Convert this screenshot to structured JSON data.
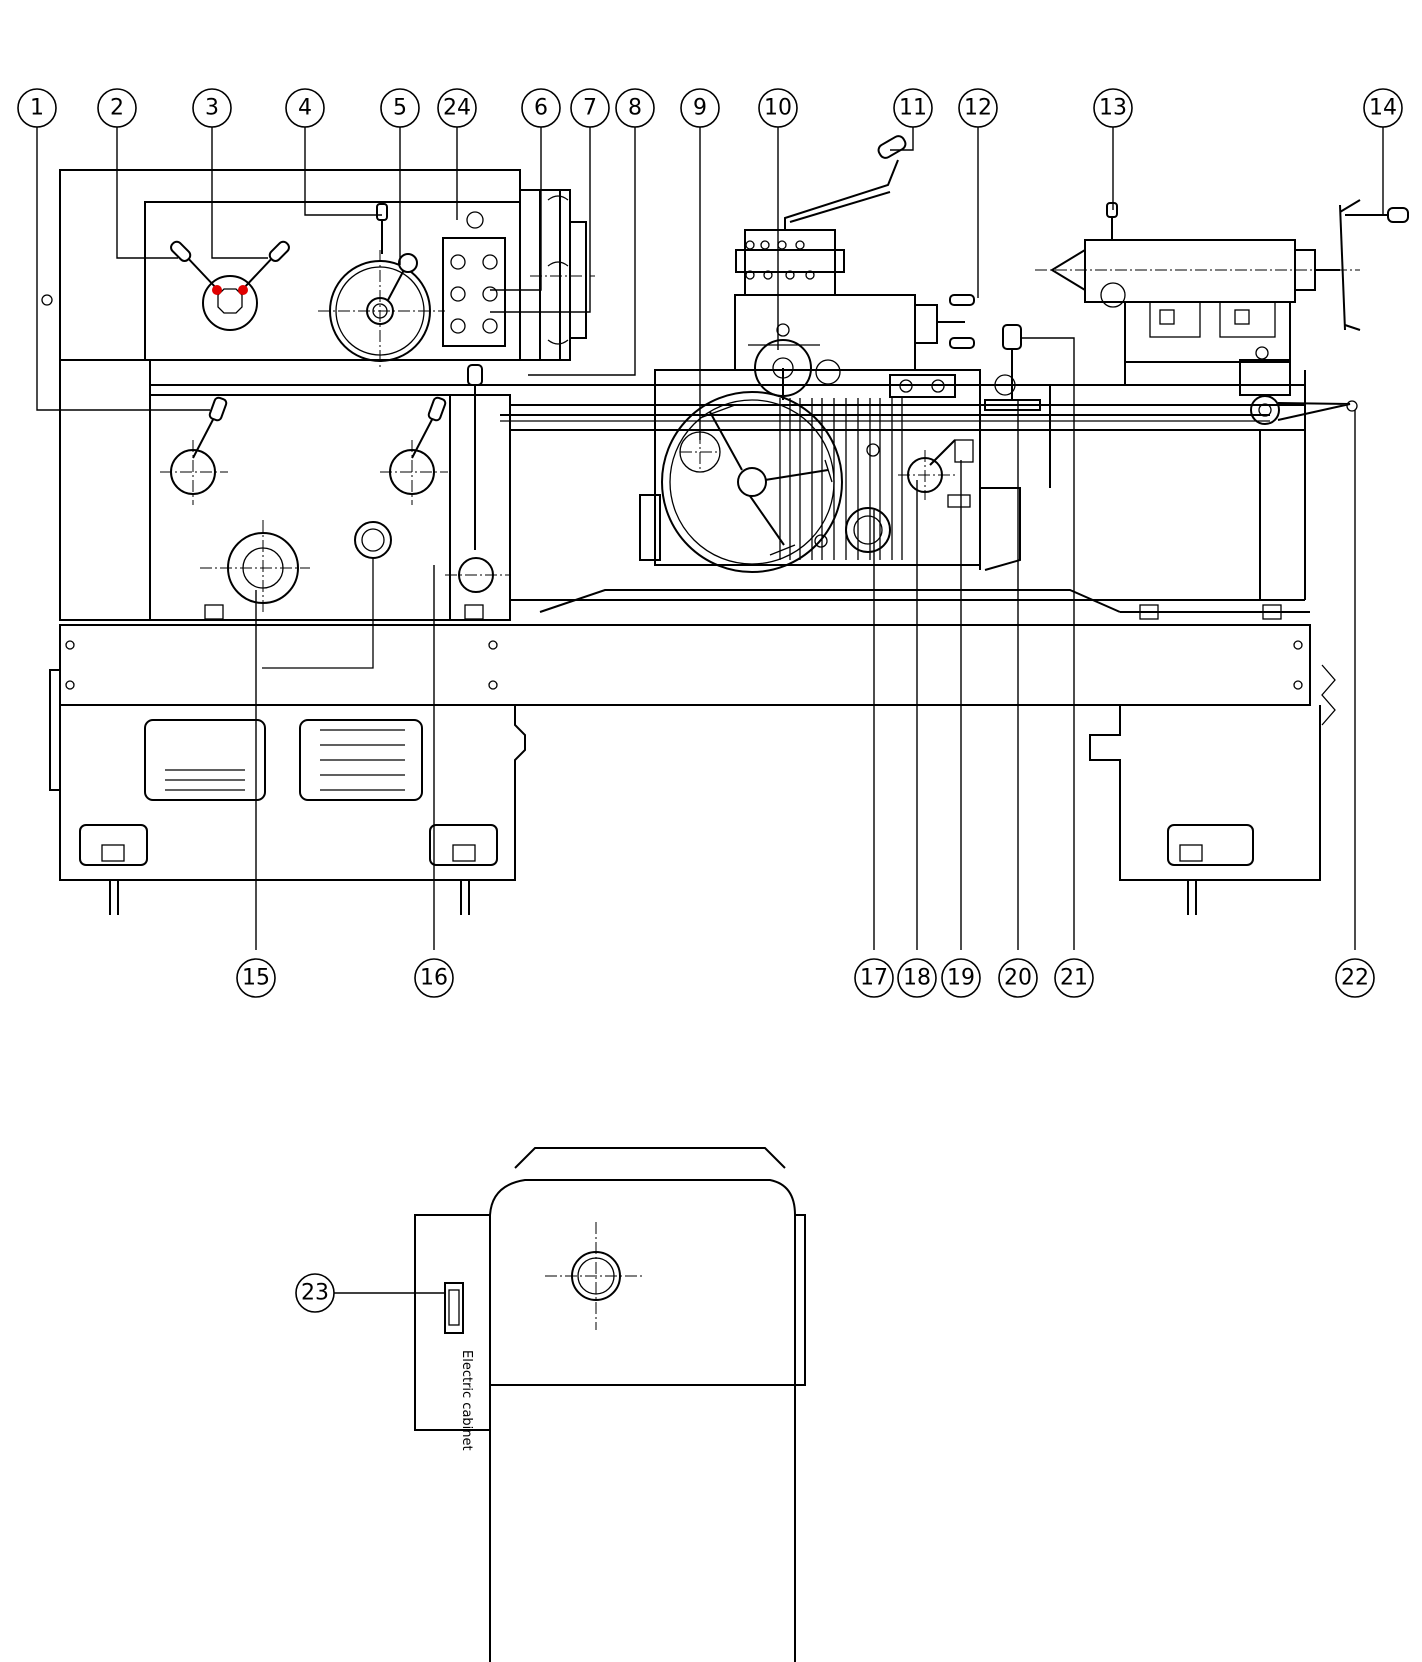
{
  "title": "Lathe front view and electric cabinet",
  "callouts": [
    {
      "id": "c1",
      "label": "1"
    },
    {
      "id": "c2",
      "label": "2"
    },
    {
      "id": "c3",
      "label": "3"
    },
    {
      "id": "c4",
      "label": "4"
    },
    {
      "id": "c5",
      "label": "5"
    },
    {
      "id": "c24",
      "label": "24"
    },
    {
      "id": "c6",
      "label": "6"
    },
    {
      "id": "c7",
      "label": "7"
    },
    {
      "id": "c8",
      "label": "8"
    },
    {
      "id": "c9",
      "label": "9"
    },
    {
      "id": "c10",
      "label": "10"
    },
    {
      "id": "c11",
      "label": "11"
    },
    {
      "id": "c12",
      "label": "12"
    },
    {
      "id": "c13",
      "label": "13"
    },
    {
      "id": "c14",
      "label": "14"
    },
    {
      "id": "c15",
      "label": "15"
    },
    {
      "id": "c16",
      "label": "16"
    },
    {
      "id": "c17",
      "label": "17"
    },
    {
      "id": "c18",
      "label": "18"
    },
    {
      "id": "c19",
      "label": "19"
    },
    {
      "id": "c20",
      "label": "20"
    },
    {
      "id": "c21",
      "label": "21"
    },
    {
      "id": "c22",
      "label": "22"
    },
    {
      "id": "c23",
      "label": "23"
    }
  ],
  "cabinet_label": "Electric cabinet",
  "colors": {
    "line": "#000000",
    "marker": "#e00000",
    "background": "#ffffff"
  }
}
